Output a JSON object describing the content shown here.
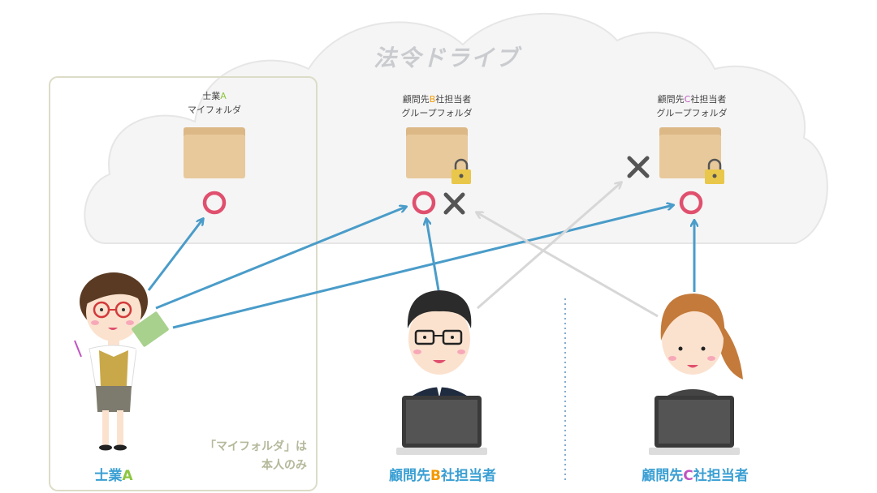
{
  "cloud": {
    "title": "法令ドライブ"
  },
  "folders": [
    {
      "id": "a",
      "owner_prefix": "士業",
      "owner_letter": "A",
      "label2": "マイフォルダ",
      "locked": false,
      "access_mark": "circle"
    },
    {
      "id": "b",
      "owner_prefix": "顧問先",
      "owner_letter": "B",
      "owner_suffix": "社担当者",
      "label2": "グループフォルダ",
      "locked": true,
      "access_mark": "circle",
      "denied_mark": "cross"
    },
    {
      "id": "c",
      "owner_prefix": "顧問先",
      "owner_letter": "C",
      "owner_suffix": "社担当者",
      "label2": "グループフォルダ",
      "locked": true,
      "access_mark": "circle",
      "denied_mark": "cross"
    }
  ],
  "people": {
    "a": {
      "prefix": "士業",
      "letter": "A",
      "suffix": ""
    },
    "b": {
      "prefix": "顧問先",
      "letter": "B",
      "suffix": "社担当者"
    },
    "c": {
      "prefix": "顧問先",
      "letter": "C",
      "suffix": "社担当者"
    }
  },
  "note": {
    "line1": "「マイフォルダ」は",
    "line2": "本人のみ"
  },
  "colors": {
    "allowed_arrow": "#4a9cc9",
    "denied_arrow": "#d7d7d7",
    "circle": "#e0506e",
    "cross": "#555555",
    "folder": "#e8c99b",
    "lock": "#e9c74a",
    "name_blue": "#3a9fd3",
    "letter_a": "#8cc63f",
    "letter_b": "#f39800",
    "letter_c": "#c154c1"
  }
}
